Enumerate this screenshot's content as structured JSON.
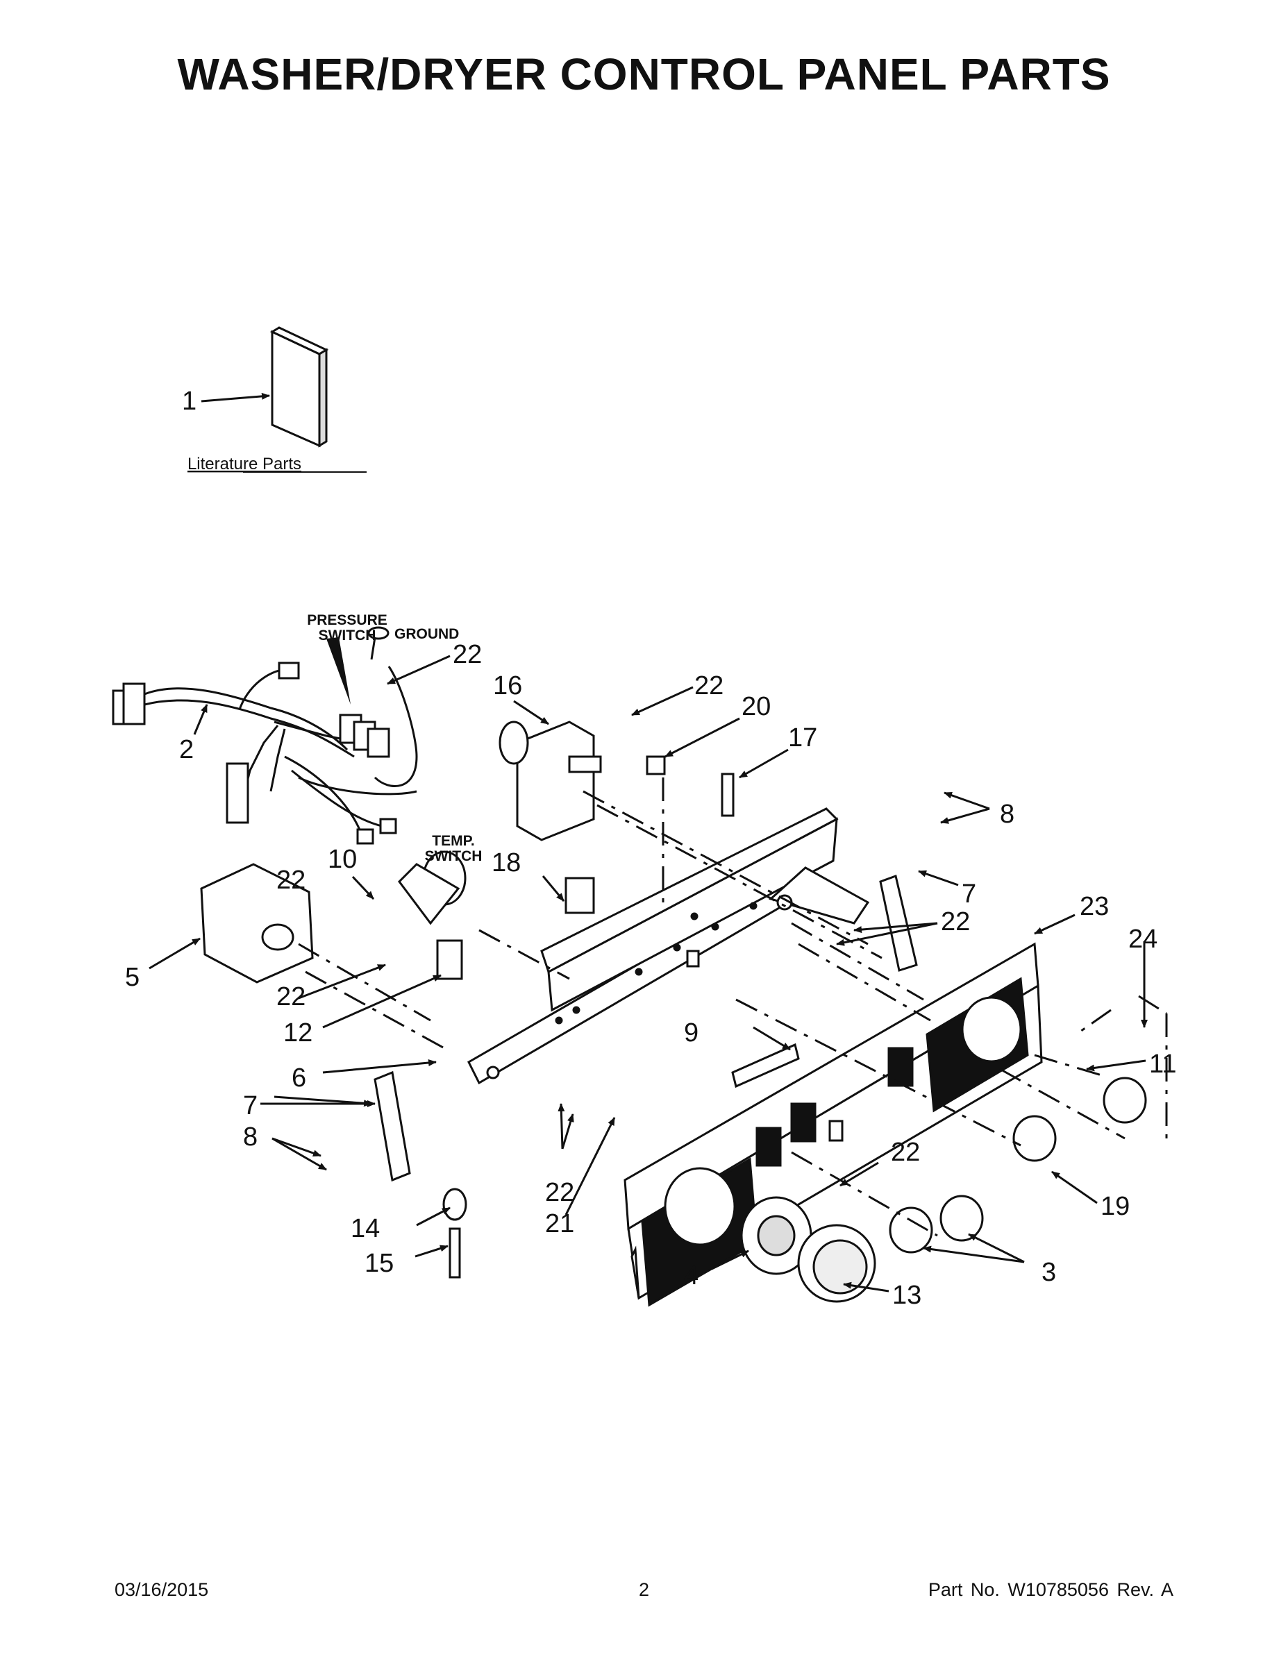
{
  "page": {
    "title": "WASHER/DRYER CONTROL PANEL PARTS",
    "footer": {
      "date": "03/16/2015",
      "page_number": "2",
      "part_info": "Part No.  W10785056  Rev.  A"
    }
  },
  "diagram": {
    "literature_label": "Literature Parts",
    "notes": {
      "pressure_switch_line1": "PRESSURE",
      "pressure_switch_line2": "SWITCH",
      "ground": "GROUND",
      "temp_switch_line1": "TEMP.",
      "temp_switch_line2": "SWITCH"
    },
    "callouts": [
      {
        "id": "c1",
        "text": "1"
      },
      {
        "id": "c2",
        "text": "2"
      },
      {
        "id": "c3",
        "text": "3"
      },
      {
        "id": "c4",
        "text": "4"
      },
      {
        "id": "c5",
        "text": "5"
      },
      {
        "id": "c6",
        "text": "6"
      },
      {
        "id": "c7a",
        "text": "7"
      },
      {
        "id": "c7b",
        "text": "7"
      },
      {
        "id": "c8a",
        "text": "8"
      },
      {
        "id": "c8b",
        "text": "8"
      },
      {
        "id": "c9",
        "text": "9"
      },
      {
        "id": "c10",
        "text": "10"
      },
      {
        "id": "c11",
        "text": "11"
      },
      {
        "id": "c12",
        "text": "12"
      },
      {
        "id": "c13",
        "text": "13"
      },
      {
        "id": "c14",
        "text": "14"
      },
      {
        "id": "c15",
        "text": "15"
      },
      {
        "id": "c16",
        "text": "16"
      },
      {
        "id": "c17",
        "text": "17"
      },
      {
        "id": "c18",
        "text": "18"
      },
      {
        "id": "c19",
        "text": "19"
      },
      {
        "id": "c20",
        "text": "20"
      },
      {
        "id": "c21",
        "text": "21"
      },
      {
        "id": "c22a",
        "text": "22"
      },
      {
        "id": "c22b",
        "text": "22"
      },
      {
        "id": "c22c",
        "text": "22"
      },
      {
        "id": "c22d",
        "text": "22"
      },
      {
        "id": "c22e",
        "text": "22"
      },
      {
        "id": "c22f",
        "text": "22"
      },
      {
        "id": "c22g",
        "text": "22"
      },
      {
        "id": "c23",
        "text": "23"
      },
      {
        "id": "c24",
        "text": "24"
      }
    ]
  }
}
